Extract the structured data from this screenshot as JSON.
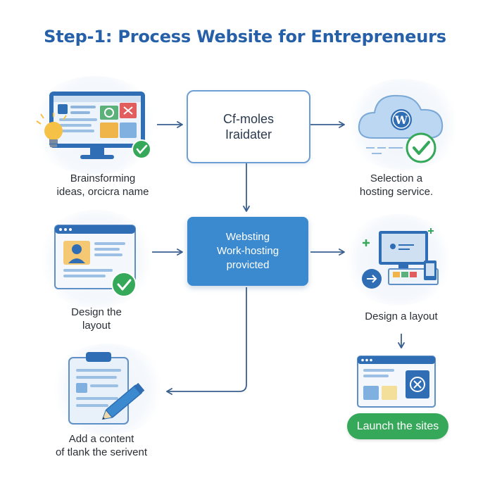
{
  "title": "Step-1: Process Website for Entrepreneurs",
  "center_box_top": {
    "line1": "Cf-moles",
    "line2": "Iraidater"
  },
  "center_box_main": {
    "line1": "Websting",
    "line2": "Work-hosting",
    "line3": "provicted"
  },
  "steps": {
    "brainstorm": {
      "line1": "Brainsforming",
      "line2": "ideas, orcicra name"
    },
    "hosting": {
      "line1": "Selection a",
      "line2": "hosting service."
    },
    "design_left": {
      "line1": "Design the",
      "line2": "layout"
    },
    "design_right": {
      "line1": "Design a layout"
    },
    "content": {
      "line1": "Add a content",
      "line2": "of tlank the serivent"
    },
    "launch": {
      "label": "Launch the sites"
    }
  },
  "colors": {
    "title": "#2560a8",
    "accent_blue": "#3b8ad0",
    "outline_blue": "#6e9fd4",
    "arrow": "#3a5f8f",
    "green": "#36a85a"
  },
  "icons": [
    "monitor-icon",
    "lightbulb-icon",
    "cloud-icon",
    "wordpress-icon",
    "checkmark-icon",
    "browser-window-icon",
    "profile-icon",
    "devices-icon",
    "clipboard-icon",
    "pencil-icon",
    "close-icon"
  ]
}
